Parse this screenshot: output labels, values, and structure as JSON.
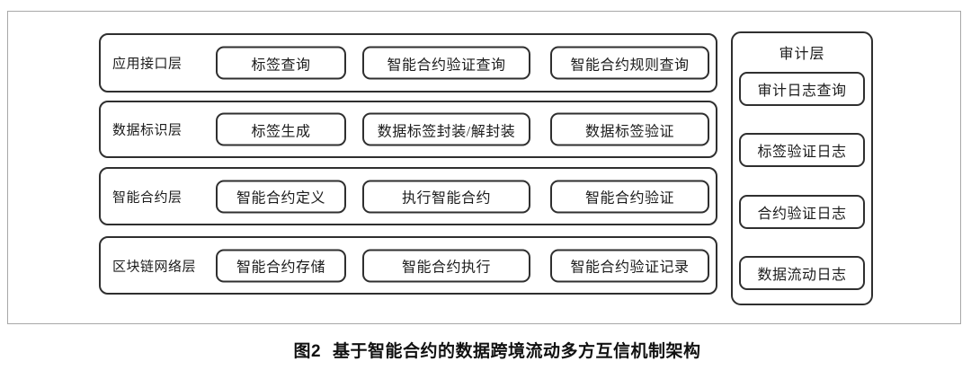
{
  "figure": {
    "caption_label": "图2",
    "caption_title": "基于智能合约的数据跨境流动多方互信机制架构"
  },
  "architecture": {
    "layers": [
      {
        "name": "应用接口层",
        "modules": [
          "标签查询",
          "智能合约验证查询",
          "智能合约规则查询"
        ]
      },
      {
        "name": "数据标识层",
        "modules": [
          "标签生成",
          "数据标签封装/解封装",
          "数据标签验证"
        ]
      },
      {
        "name": "智能合约层",
        "modules": [
          "智能合约定义",
          "执行智能合约",
          "智能合约验证"
        ]
      },
      {
        "name": "区块链网络层",
        "modules": [
          "智能合约存储",
          "智能合约执行",
          "智能合约验证记录"
        ]
      }
    ],
    "audit_column": {
      "title": "审计层",
      "modules": [
        "审计日志查询",
        "标签验证日志",
        "合约验证日志",
        "数据流动日志"
      ]
    }
  },
  "colors": {
    "box_border": "#2f2f2f",
    "frame_border": "#a8a8a8",
    "text": "#1c1c1c",
    "background": "#ffffff"
  }
}
